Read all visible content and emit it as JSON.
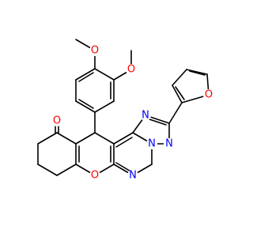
{
  "colors": {
    "bond": "#000000",
    "oxygen": "#ff0000",
    "nitrogen": "#0000ff",
    "background": "#ffffff"
  },
  "atoms": {
    "o_methoxy_top": "O",
    "o_methoxy_right": "O",
    "o_furan": "O",
    "o_ketone": "O",
    "o_pyran": "O",
    "n_triazole_top": "N",
    "n_triazole_right": "N",
    "n_bridge": "N",
    "n_pyrimidine": "N"
  }
}
